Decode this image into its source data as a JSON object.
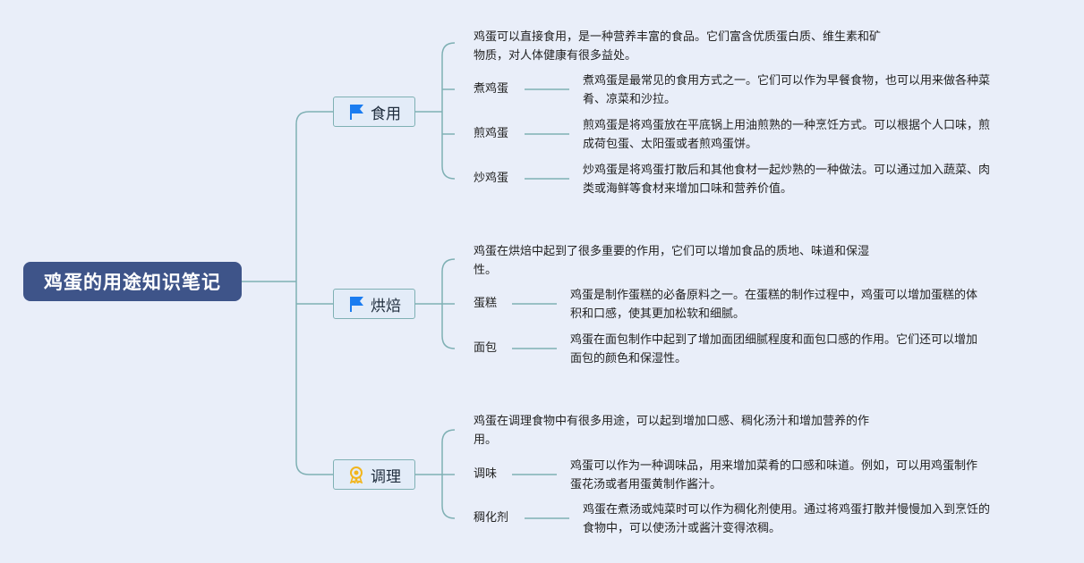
{
  "root": {
    "title": "鸡蛋的用途知识笔记"
  },
  "branches": [
    {
      "label": "食用",
      "icon": "flag-icon",
      "summary": [
        "鸡蛋可以直接食用，是一种营养丰富的食品。它们富含优质蛋白质、维生素和矿",
        "物质，对人体健康有很多益处。"
      ],
      "items": [
        {
          "label": "煮鸡蛋",
          "text": [
            "煮鸡蛋是最常见的食用方式之一。它们可以作为早餐食物，也可以用来做各种菜",
            "肴、凉菜和沙拉。"
          ]
        },
        {
          "label": "煎鸡蛋",
          "text": [
            "煎鸡蛋是将鸡蛋放在平底锅上用油煎熟的一种烹饪方式。可以根据个人口味，煎",
            "成荷包蛋、太阳蛋或者煎鸡蛋饼。"
          ]
        },
        {
          "label": "炒鸡蛋",
          "text": [
            "炒鸡蛋是将鸡蛋打散后和其他食材一起炒熟的一种做法。可以通过加入蔬菜、肉",
            "类或海鲜等食材来增加口味和营养价值。"
          ]
        }
      ]
    },
    {
      "label": "烘焙",
      "icon": "flag-icon",
      "summary": [
        "鸡蛋在烘焙中起到了很多重要的作用，它们可以增加食品的质地、味道和保湿",
        "性。"
      ],
      "items": [
        {
          "label": "蛋糕",
          "text": [
            "鸡蛋是制作蛋糕的必备原料之一。在蛋糕的制作过程中，鸡蛋可以增加蛋糕的体",
            "积和口感，使其更加松软和细腻。"
          ]
        },
        {
          "label": "面包",
          "text": [
            "鸡蛋在面包制作中起到了增加面团细腻程度和面包口感的作用。它们还可以增加",
            "面包的颜色和保湿性。"
          ]
        }
      ]
    },
    {
      "label": "调理",
      "icon": "award-medal-icon",
      "summary": [
        "鸡蛋在调理食物中有很多用途，可以起到增加口感、稠化汤汁和增加营养的作",
        "用。"
      ],
      "items": [
        {
          "label": "调味",
          "text": [
            "鸡蛋可以作为一种调味品，用来增加菜肴的口感和味道。例如，可以用鸡蛋制作",
            "蛋花汤或者用蛋黄制作酱汁。"
          ]
        },
        {
          "label": "稠化剂",
          "text": [
            "鸡蛋在煮汤或炖菜时可以作为稠化剂使用。通过将鸡蛋打散并慢慢加入到烹饪的",
            "食物中，可以使汤汁或酱汁变得浓稠。"
          ]
        }
      ]
    }
  ],
  "colors": {
    "root_bg": "#3e5489",
    "line": "#7fb0b4",
    "flag": "#1a7cf0",
    "medal": "#f2b51c"
  }
}
